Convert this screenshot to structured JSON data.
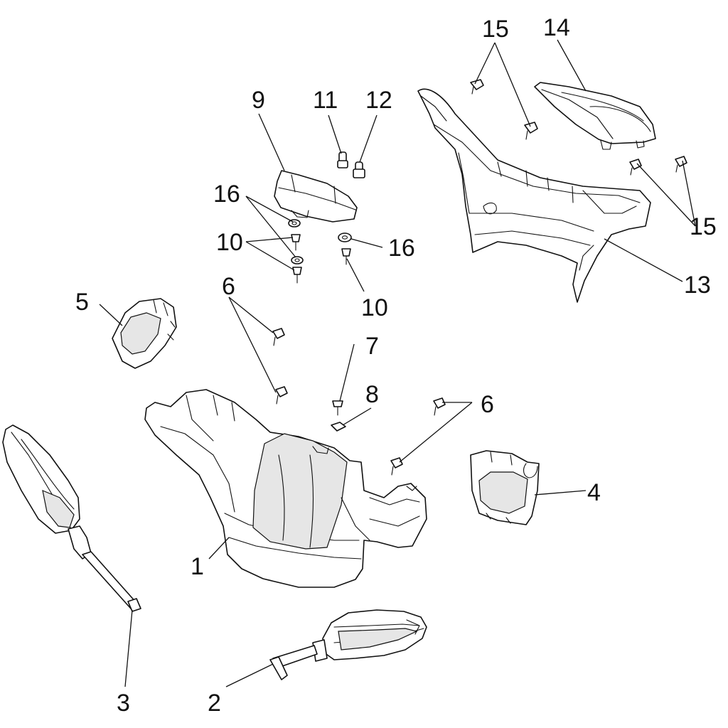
{
  "callouts": {
    "c1": "1",
    "c2": "2",
    "c3": "3",
    "c4": "4",
    "c5": "5",
    "c6a": "6",
    "c6b": "6",
    "c7": "7",
    "c8": "8",
    "c9": "9",
    "c10a": "10",
    "c10b": "10",
    "c11": "11",
    "c12": "12",
    "c13": "13",
    "c14": "14",
    "c15a": "15",
    "c15b": "15",
    "c16a": "16",
    "c16b": "16"
  },
  "colors": {
    "line": "#111111",
    "background": "#ffffff",
    "shade": "#e6e6e6"
  }
}
